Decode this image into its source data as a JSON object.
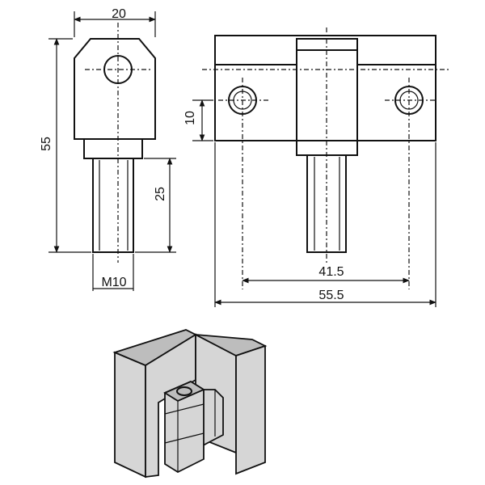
{
  "dimensions": {
    "top_width": "20",
    "total_height": "55",
    "thread_length": "25",
    "thread_size": "M10",
    "hole_offset": "10",
    "hole_spacing": "41.5",
    "overall_width": "55.5"
  }
}
